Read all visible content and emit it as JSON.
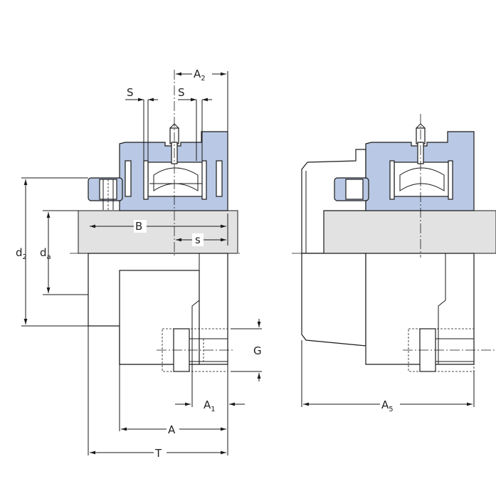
{
  "dimensions": {
    "S_left": "S",
    "S_right": "S",
    "A2": {
      "main": "A",
      "sub": "2"
    },
    "B": "B",
    "s": "s",
    "d2": {
      "main": "d",
      "sub": "2"
    },
    "da": {
      "main": "d",
      "sub": "a"
    },
    "G": "G",
    "A1": {
      "main": "A",
      "sub": "1"
    },
    "A": "A",
    "T": "T",
    "A5": {
      "main": "A",
      "sub": "5"
    }
  },
  "colors": {
    "housing_fill": "#b9c8e4",
    "shaft_fill": "#e2e2e2",
    "line": "#1a1a1a"
  }
}
